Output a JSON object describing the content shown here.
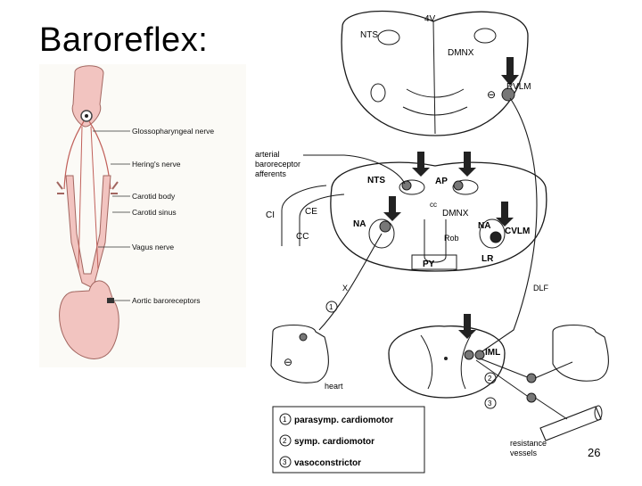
{
  "slide": {
    "title": "Baroreflex:",
    "page_number": "26"
  },
  "anatomy": {
    "labels": [
      "Glossopharyngeal nerve",
      "Hering's nerve",
      "Carotid body",
      "Carotid sinus",
      "Vagus nerve",
      "Aortic baroreceptors"
    ]
  },
  "brainstem": {
    "top_section": [
      "4V",
      "NTS",
      "DMNX",
      "RVLM",
      "⊖"
    ],
    "afferent_label": [
      "arterial",
      "baroreceptor",
      "afferents"
    ],
    "afferent_roots": [
      "CI",
      "CE",
      "CC"
    ],
    "medulla": [
      "NTS",
      "AP",
      "cc",
      "DMNX",
      "NA",
      "NA",
      "CVLM",
      "Rob",
      "PY",
      "LR"
    ],
    "pathways": [
      "X",
      "DLF"
    ],
    "numbers": [
      "1",
      "2",
      "3"
    ]
  },
  "spinal": {
    "iml": "IML",
    "heart": "heart",
    "vessels": [
      "resistance",
      "vessels"
    ],
    "minus": "⊖"
  },
  "legend": {
    "items": [
      {
        "num": "1",
        "label": "parasymp. cardiomotor"
      },
      {
        "num": "2",
        "label": "symp. cardiomotor"
      },
      {
        "num": "3",
        "label": "vasoconstrictor"
      }
    ]
  },
  "colors": {
    "anatomy_fill": "#f2c4c0",
    "nerve": "#c1605a",
    "line": "#1a1a1a",
    "nucleus": "#777777"
  }
}
